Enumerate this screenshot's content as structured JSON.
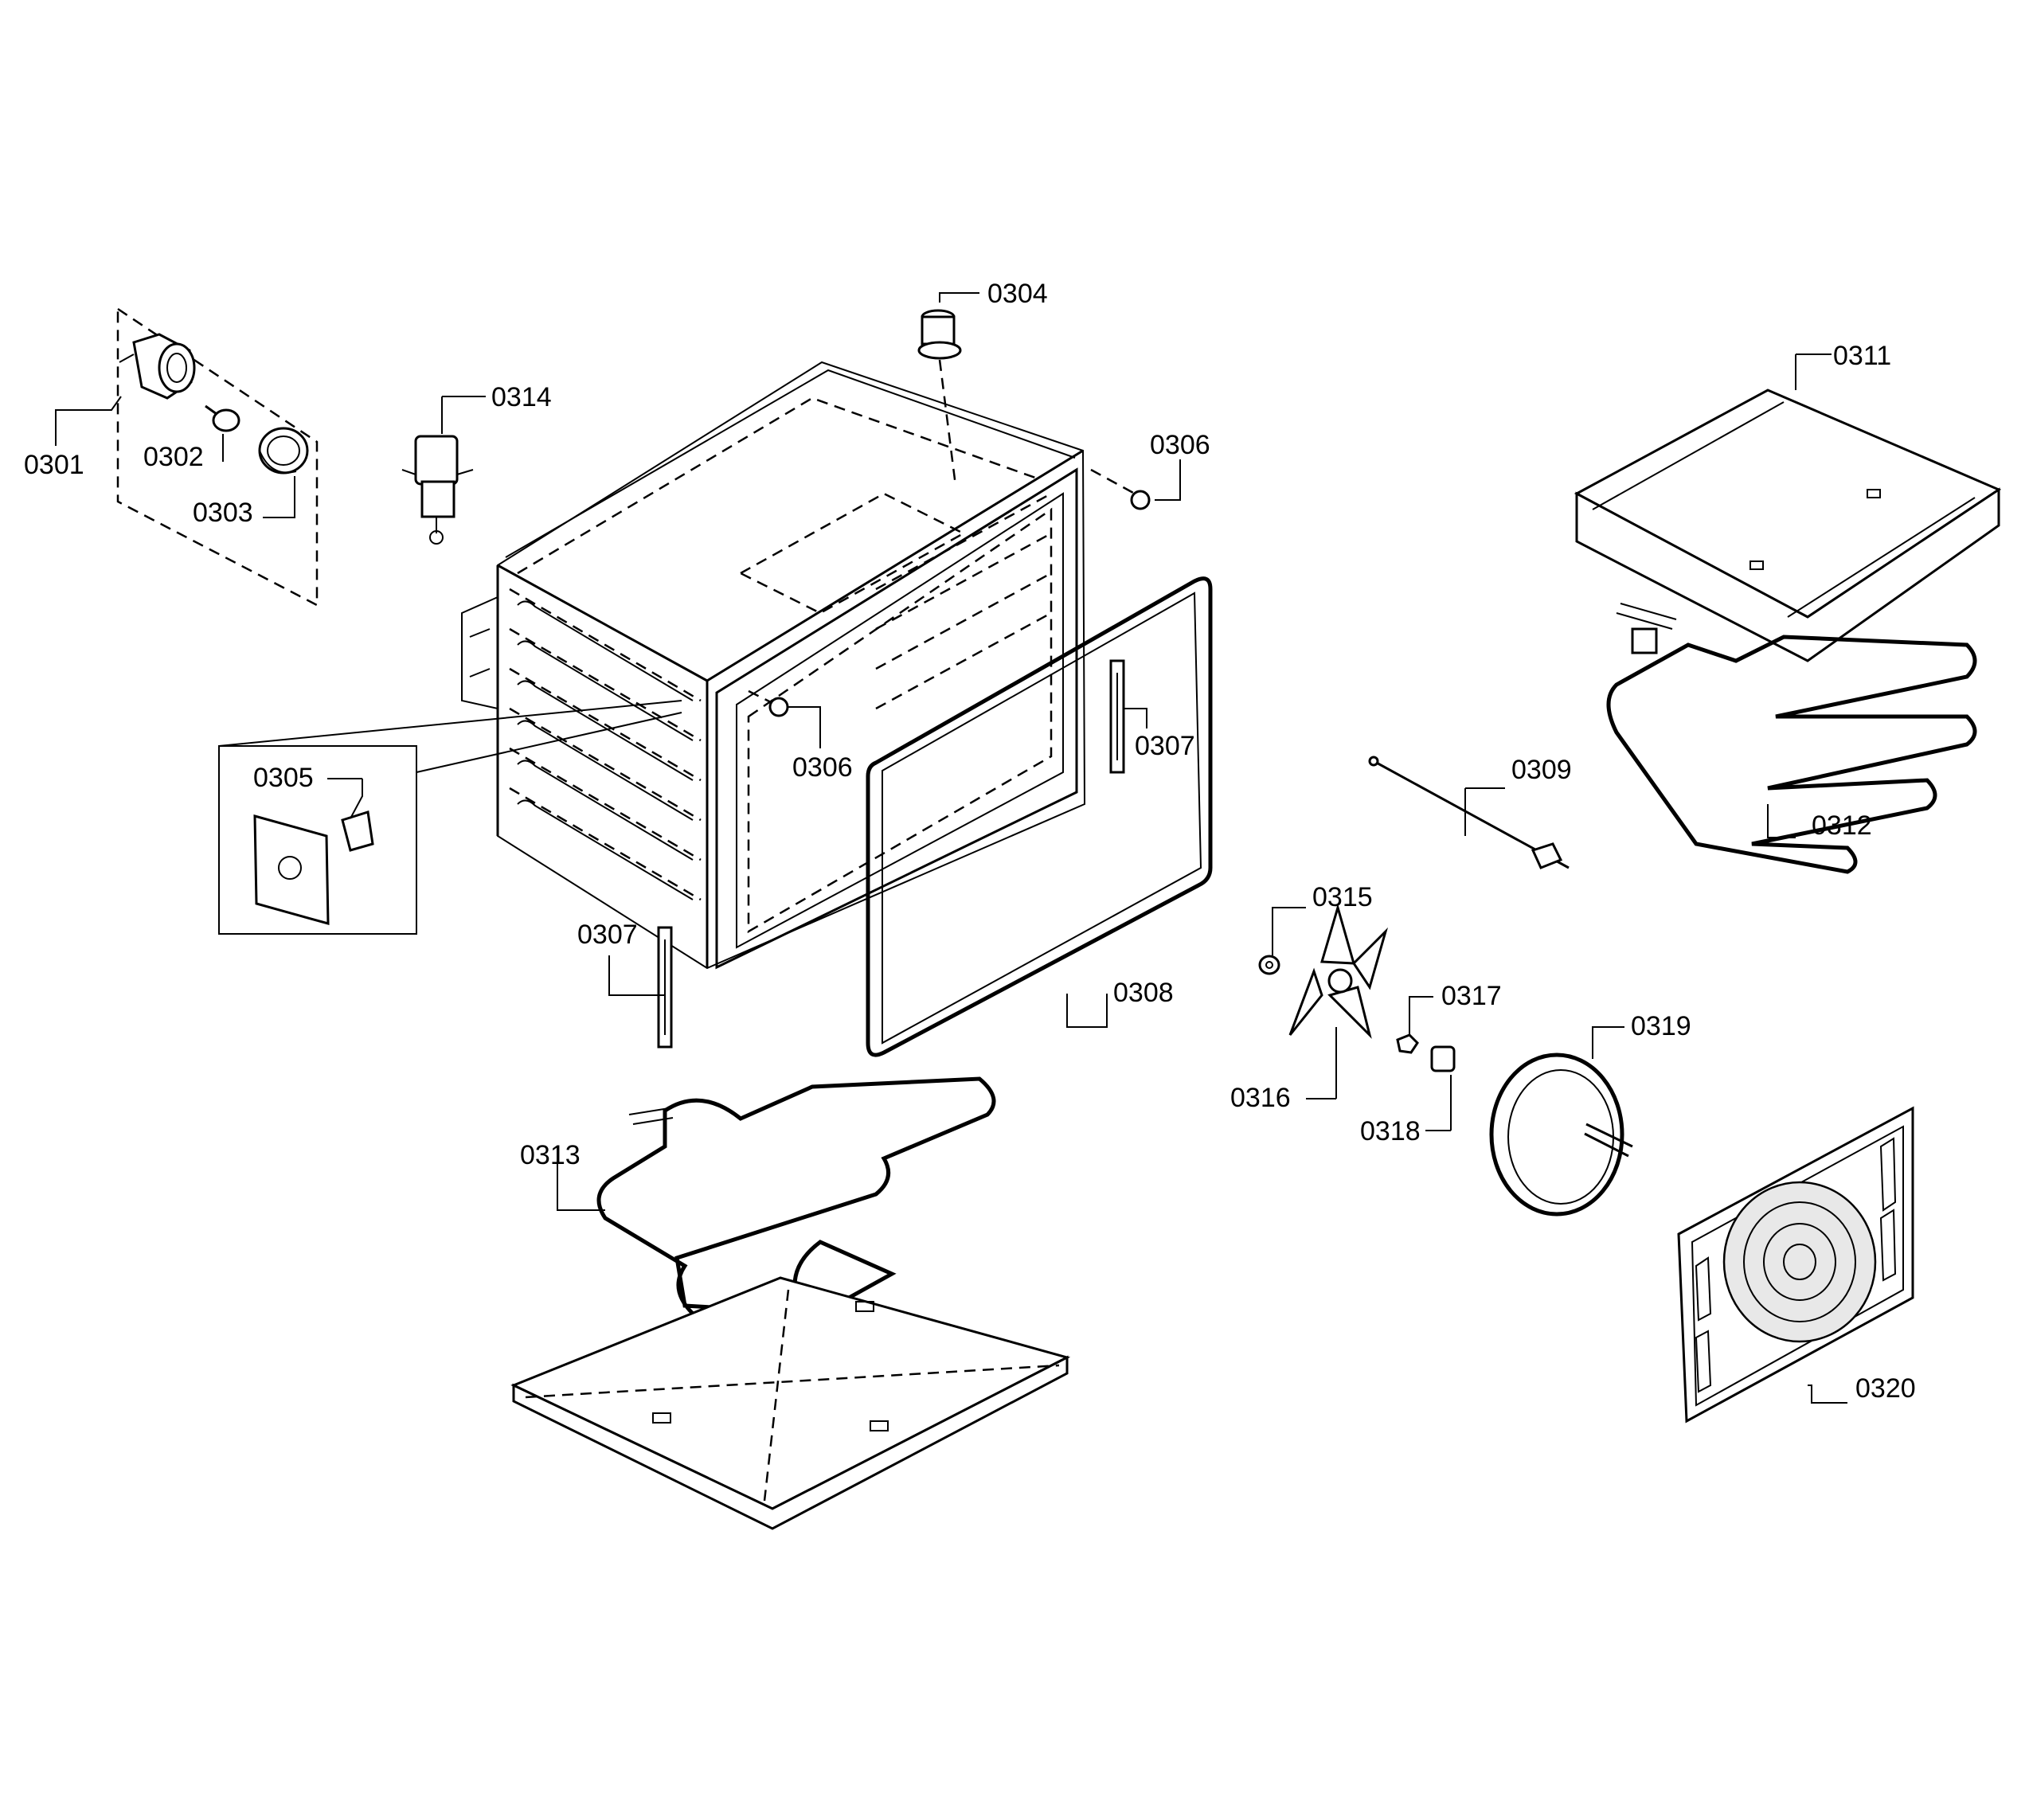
{
  "diagram": {
    "labels": {
      "p0301": "0301",
      "p0302": "0302",
      "p0303": "0303",
      "p0304": "0304",
      "p0305": "0305",
      "p0306a": "0306",
      "p0306b": "0306",
      "p0307a": "0307",
      "p0307b": "0307",
      "p0308": "0308",
      "p0309": "0309",
      "p0311": "0311",
      "p0312": "0312",
      "p0313": "0313",
      "p0314": "0314",
      "p0315": "0315",
      "p0316": "0316",
      "p0317": "0317",
      "p0318": "0318",
      "p0319": "0319",
      "p0320": "0320"
    }
  }
}
